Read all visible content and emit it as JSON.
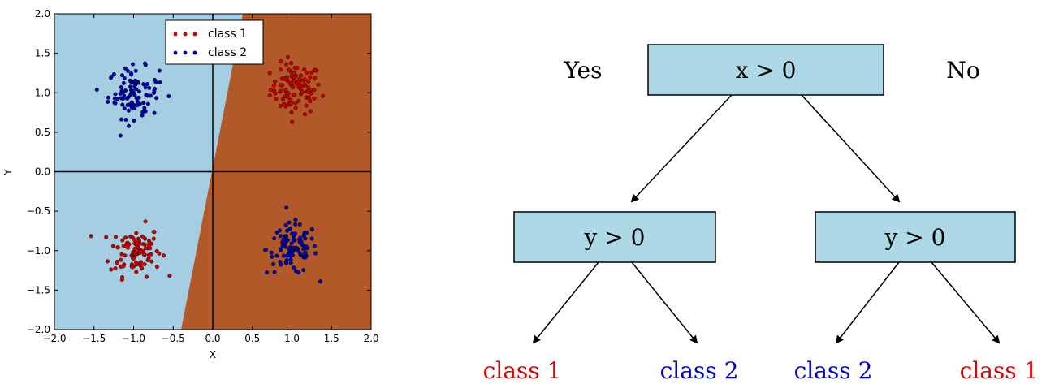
{
  "chart_data": {
    "type": "scatter",
    "xlabel": "X",
    "ylabel": "Y",
    "xlim": [
      -2.0,
      2.0
    ],
    "ylim": [
      -2.0,
      2.0
    ],
    "xticks": [
      "−2.0",
      "−1.5",
      "−1.0",
      "−0.5",
      "0.0",
      "0.5",
      "1.0",
      "1.5",
      "2.0"
    ],
    "yticks": [
      "−2.0",
      "−1.5",
      "−1.0",
      "−0.5",
      "0.0",
      "0.5",
      "1.0",
      "1.5",
      "2.0"
    ],
    "grid": false,
    "legend_position": "top-center",
    "background_colors": {
      "class_2_region": "#a6cee3",
      "class_1_region": "#b15928"
    },
    "decision_boundary": {
      "x": [
        -0.4,
        0.38
      ],
      "y": [
        -2.0,
        2.0
      ]
    },
    "reference_lines": {
      "x": 0.0,
      "y": 0.0
    },
    "series": [
      {
        "name": "class 1",
        "color": "#cc0000",
        "clusters": [
          {
            "center": [
              1.05,
              1.05
            ],
            "spread": 0.16,
            "n": 100
          },
          {
            "center": [
              -0.98,
              -1.0
            ],
            "spread": 0.16,
            "n": 100
          }
        ]
      },
      {
        "name": "class 2",
        "color": "#0000aa",
        "clusters": [
          {
            "center": [
              -1.0,
              1.0
            ],
            "spread": 0.16,
            "n": 100
          },
          {
            "center": [
              1.0,
              -0.98
            ],
            "spread": 0.16,
            "n": 100
          }
        ]
      }
    ]
  },
  "tree": {
    "yes_label": "Yes",
    "no_label": "No",
    "root": "x > 0",
    "left_node": "y > 0",
    "right_node": "y > 0",
    "leaves": [
      {
        "label": "class 1",
        "color": "#dd0000"
      },
      {
        "label": "class 2",
        "color": "#0000cc"
      },
      {
        "label": "class 2",
        "color": "#0000cc"
      },
      {
        "label": "class 1",
        "color": "#dd0000"
      }
    ],
    "node_fill": "#add8e6"
  }
}
